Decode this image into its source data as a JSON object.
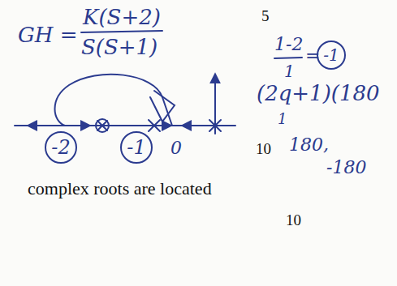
{
  "diagram": {
    "nodes": [
      {
        "text": [
          "-2"
        ]
      },
      {
        "text": [
          "-1"
        ]
      },
      {
        "text": [
          "-1"
        ]
      }
    ],
    "labels": [
      "GH =",
      "K(S+2)",
      "S(S+1)",
      "0",
      "5",
      "1-2",
      "1",
      "=",
      "(2q+1)(180",
      "1",
      "10",
      "180,",
      "-180",
      "complex roots are located",
      "10"
    ]
  }
}
